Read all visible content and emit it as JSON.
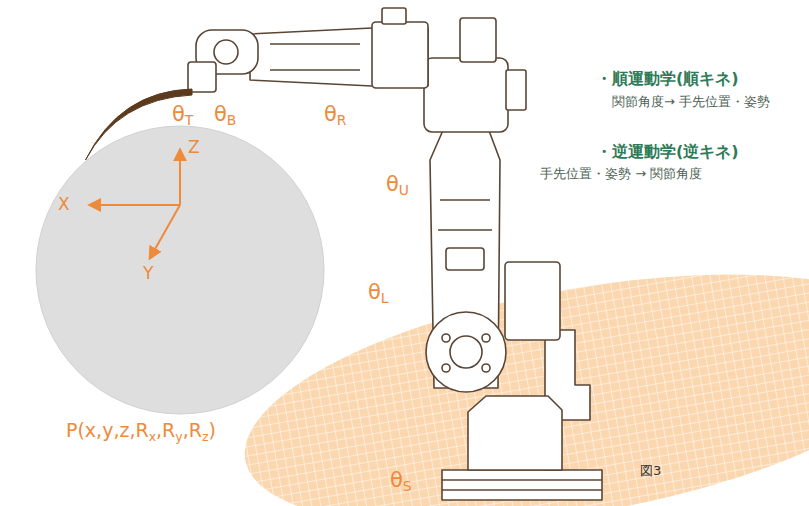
{
  "diagram": {
    "nodes": [
      {
        "text": [
          "Z",
          "X",
          "Y"
        ]
      }
    ],
    "labels": [
      "θT",
      "θB",
      "θR",
      "θU",
      "θL",
      "θS",
      "・順運動学(順キネ)",
      "関節角度→ 手先位置・姿勢",
      "・逆運動学(逆キネ)",
      "手先位置・姿勢 → 関節角度",
      "P(x,y,z,Rx,Ry,Rz)",
      "図3"
    ]
  }
}
